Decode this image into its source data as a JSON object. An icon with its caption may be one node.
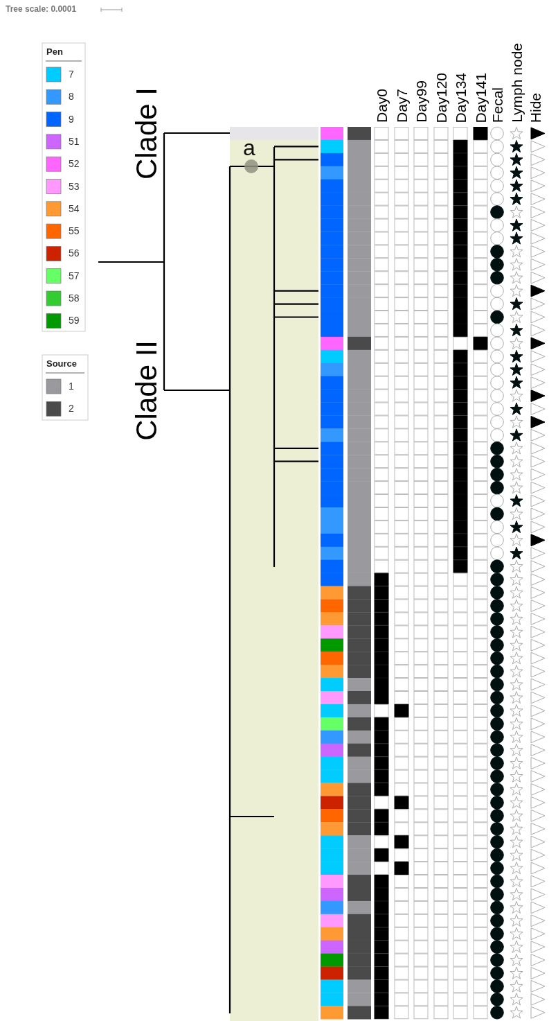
{
  "diagram": {
    "labels": [
      "Tree scale: 0.0001",
      "Pen",
      "Source",
      "Clade I",
      "Clade II",
      "a",
      "Day0",
      "Day7",
      "Day99",
      "Day120",
      "Day134",
      "Day141",
      "Fecal",
      "Lymph node",
      "Hide"
    ],
    "legend": [
      {
        "text": "7",
        "color": "#00ccff"
      },
      {
        "text": "8",
        "color": "#3399ff"
      },
      {
        "text": "9",
        "color": "#0066ff"
      },
      {
        "text": "51",
        "color": "#cc66ff"
      },
      {
        "text": "52",
        "color": "#ff66ff"
      },
      {
        "text": "53",
        "color": "#ff99ff"
      },
      {
        "text": "54",
        "color": "#ff9933"
      },
      {
        "text": "55",
        "color": "#ff6600"
      },
      {
        "text": "56",
        "color": "#cc2200"
      },
      {
        "text": "57",
        "color": "#66ff66"
      },
      {
        "text": "58",
        "color": "#33cc33"
      },
      {
        "text": "59",
        "color": "#009900"
      },
      {
        "text": "1",
        "color": "#9a999e"
      },
      {
        "text": "2",
        "color": "#4a4a4a"
      }
    ]
  }
}
